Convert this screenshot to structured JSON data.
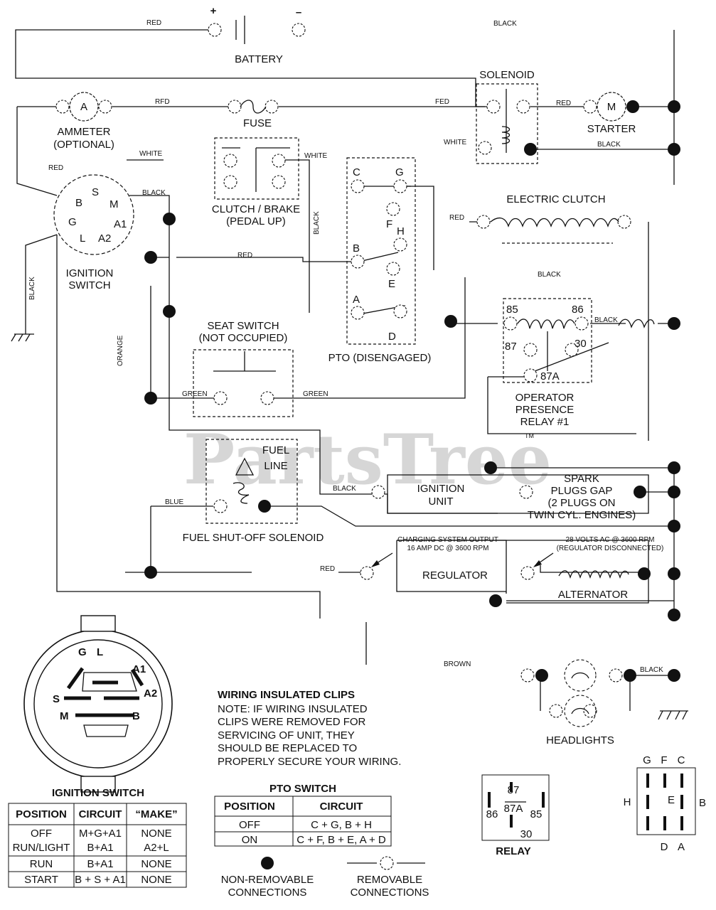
{
  "watermark": "PartsTree",
  "trademark": "TM",
  "components": {
    "battery": "BATTERY",
    "battery_plus": "+",
    "battery_minus": "–",
    "solenoid": "SOLENOID",
    "ammeter": "AMMETER",
    "ammeter_opt": "(OPTIONAL)",
    "ammeter_symbol": "A",
    "fuse": "FUSE",
    "starter": "STARTER",
    "motor_symbol": "M",
    "clutch_brake": "CLUTCH / BRAKE",
    "pedal_up": "(PEDAL UP)",
    "ignition_switch": "IGNITION",
    "ignition_switch2": "SWITCH",
    "pto": "PTO (DISENGAGED)",
    "electric_clutch": "ELECTRIC CLUTCH",
    "seat_switch": "SEAT SWITCH",
    "not_occupied": "(NOT OCCUPIED)",
    "relay_op1": "OPERATOR",
    "relay_op2": "PRESENCE",
    "relay_op3": "RELAY #1",
    "fuel_line1": "FUEL",
    "fuel_line2": "LINE",
    "fuel_solenoid": "FUEL SHUT-OFF SOLENOID",
    "ignition_unit1": "IGNITION",
    "ignition_unit2": "UNIT",
    "spark1": "SPARK",
    "spark2": "PLUGS GAP",
    "spark3": "(2 PLUGS ON",
    "spark4": "TWIN CYL. ENGINES)",
    "charging1": "CHARGING SYSTEM OUTPUT",
    "charging2": "16 AMP DC @ 3600 RPM",
    "volts1": "28 VOLTS AC @ 3600 RPM",
    "volts2": "(REGULATOR DISCONNECTED)",
    "regulator": "REGULATOR",
    "alternator": "ALTERNATOR",
    "headlights": "HEADLIGHTS"
  },
  "terminals": {
    "B": "B",
    "S": "S",
    "M": "M",
    "G": "G",
    "L": "L",
    "A1": "A1",
    "A2": "A2",
    "pto_C": "C",
    "pto_G": "G",
    "pto_F": "F",
    "pto_H": "H",
    "pto_B": "B",
    "pto_E": "E",
    "pto_A": "A",
    "pto_D": "D",
    "r85": "85",
    "r86": "86",
    "r87": "87",
    "r30": "30",
    "r87A": "87A"
  },
  "wires": {
    "red": "RED",
    "black": "BLACK",
    "white": "WHITE",
    "orange": "ORANGE",
    "green": "GREEN",
    "blue": "BLUE",
    "brown": "BROWN",
    "fed": "FED",
    "rfd": "RFD"
  },
  "notes": {
    "title": "WIRING INSULATED CLIPS",
    "lines": [
      "NOTE: IF WIRING INSULATED",
      "CLIPS WERE REMOVED FOR",
      "SERVICING OF UNIT, THEY",
      "SHOULD BE REPLACED TO",
      "PROPERLY SECURE YOUR WIRING."
    ]
  },
  "ignition_table": {
    "title": "IGNITION SWITCH",
    "headers": [
      "POSITION",
      "CIRCUIT",
      "“MAKE”"
    ],
    "rows": [
      [
        "OFF",
        "M+G+A1",
        "NONE"
      ],
      [
        "RUN/LIGHT",
        "B+A1",
        "A2+L"
      ],
      [
        "RUN",
        "B+A1",
        "NONE"
      ],
      [
        "START",
        "B + S + A1",
        "NONE"
      ]
    ]
  },
  "pto_table": {
    "title": "PTO SWITCH",
    "headers": [
      "POSITION",
      "CIRCUIT"
    ],
    "rows": [
      [
        "OFF",
        "C + G, B + H"
      ],
      [
        "ON",
        "C + F, B + E, A + D"
      ]
    ]
  },
  "legend": {
    "non_removable1": "NON-REMOVABLE",
    "non_removable2": "CONNECTIONS",
    "removable1": "REMOVABLE",
    "removable2": "CONNECTIONS"
  },
  "relay_symbol": {
    "title": "RELAY",
    "t87": "87",
    "t87A": "87A",
    "t86": "86",
    "t85": "85",
    "t30": "30"
  },
  "pto_connector": {
    "G": "G",
    "F": "F",
    "C": "C",
    "H": "H",
    "E": "E",
    "B": "B",
    "D": "D",
    "A": "A"
  }
}
